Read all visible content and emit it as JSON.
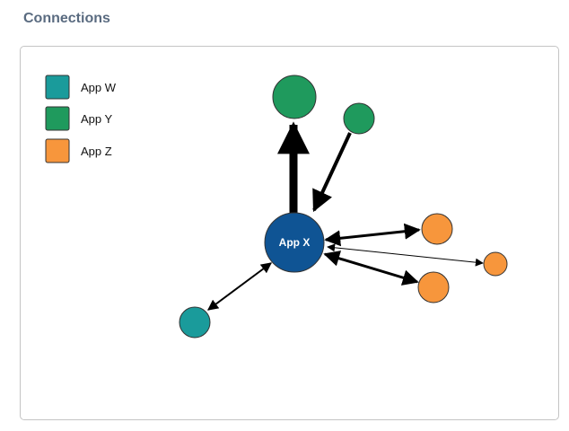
{
  "title": "Connections",
  "legend": [
    {
      "label": "App W",
      "color": "#1a9b9b"
    },
    {
      "label": "App Y",
      "color": "#1f9a5d"
    },
    {
      "label": "App Z",
      "color": "#f7963c"
    }
  ],
  "center_node": {
    "label": "App X",
    "color": "#0f5494"
  },
  "nodes": [
    {
      "id": "y1",
      "app": "App Y"
    },
    {
      "id": "y2",
      "app": "App Y"
    },
    {
      "id": "z1",
      "app": "App Z"
    },
    {
      "id": "z2",
      "app": "App Z"
    },
    {
      "id": "z3",
      "app": "App Z"
    },
    {
      "id": "w1",
      "app": "App W"
    }
  ],
  "edges": [
    {
      "from": "App X",
      "to": "y1",
      "direction": "outgoing",
      "weight": "heavy"
    },
    {
      "from": "y2",
      "to": "App X",
      "direction": "incoming",
      "weight": "medium"
    },
    {
      "from": "App X",
      "to": "z1",
      "direction": "bidirectional",
      "weight": "medium"
    },
    {
      "from": "App X",
      "to": "z2",
      "direction": "bidirectional",
      "weight": "thin"
    },
    {
      "from": "App X",
      "to": "z3",
      "direction": "bidirectional",
      "weight": "medium"
    },
    {
      "from": "App X",
      "to": "w1",
      "direction": "bidirectional",
      "weight": "light"
    }
  ]
}
